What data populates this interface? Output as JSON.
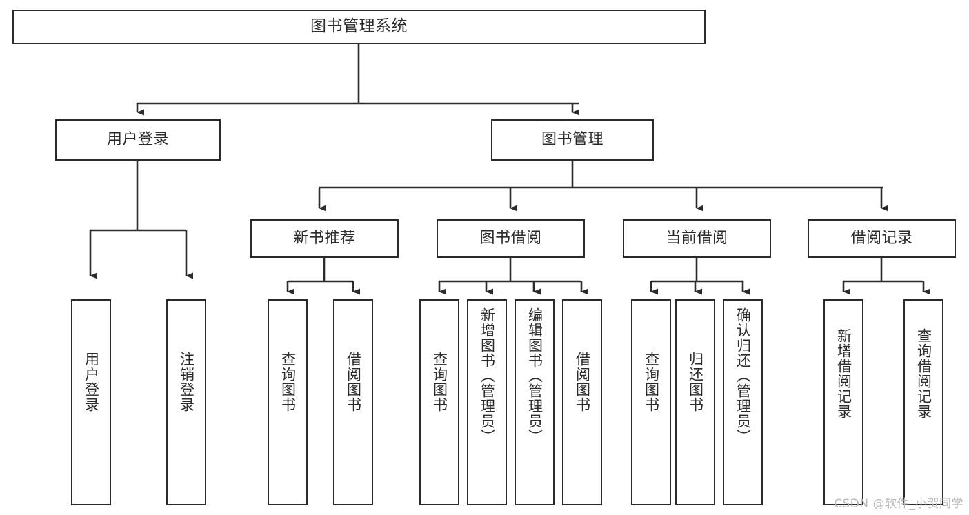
{
  "diagram": {
    "title": "图书管理系统",
    "type": "tree-hierarchy",
    "orientation": "top-down",
    "style": {
      "box_border_color": "#2b2b2b",
      "box_fill_color": "#ffffff",
      "edge_color": "#2b2b2b",
      "text_color": "#2b2b2b",
      "background_color": "#ffffff",
      "watermark_color": "#b9b9b9"
    }
  },
  "watermark": {
    "text": "CSDN @软件_小贺同学"
  },
  "nodes": {
    "root": {
      "label": "图书管理系统",
      "level": 0
    },
    "level1": [
      {
        "id": "user-login",
        "label": "用户登录"
      },
      {
        "id": "book-management",
        "label": "图书管理"
      }
    ],
    "level2": [
      {
        "id": "new-book-recommend",
        "label": "新书推荐",
        "parent": "book-management"
      },
      {
        "id": "book-borrow",
        "label": "图书借阅",
        "parent": "book-management"
      },
      {
        "id": "current-borrow",
        "label": "当前借阅",
        "parent": "book-management"
      },
      {
        "id": "borrow-record",
        "label": "借阅记录",
        "parent": "book-management"
      }
    ],
    "leaves": [
      {
        "id": "leaf-user-login",
        "label": "用户登录",
        "parent": "user-login"
      },
      {
        "id": "leaf-user-logout",
        "label": "注销登录",
        "parent": "user-login"
      },
      {
        "id": "leaf-query-book-1",
        "label": "查询图书",
        "parent": "new-book-recommend"
      },
      {
        "id": "leaf-borrow-book-1",
        "label": "借阅图书",
        "parent": "new-book-recommend"
      },
      {
        "id": "leaf-query-book-2",
        "label": "查询图书",
        "parent": "book-borrow"
      },
      {
        "id": "leaf-add-book",
        "label": "新增图书（管理员）",
        "parent": "book-borrow"
      },
      {
        "id": "leaf-edit-book",
        "label": "编辑图书（管理员）",
        "parent": "book-borrow"
      },
      {
        "id": "leaf-borrow-book-2",
        "label": "借阅图书",
        "parent": "book-borrow"
      },
      {
        "id": "leaf-query-book-3",
        "label": "查询图书",
        "parent": "current-borrow"
      },
      {
        "id": "leaf-return-book",
        "label": "归还图书",
        "parent": "current-borrow"
      },
      {
        "id": "leaf-confirm-return",
        "label": "确认归还（管理员）",
        "parent": "current-borrow"
      },
      {
        "id": "leaf-add-record",
        "label": "新增借阅记录",
        "parent": "borrow-record"
      },
      {
        "id": "leaf-query-record",
        "label": "查询借阅记录",
        "parent": "borrow-record"
      }
    ]
  }
}
